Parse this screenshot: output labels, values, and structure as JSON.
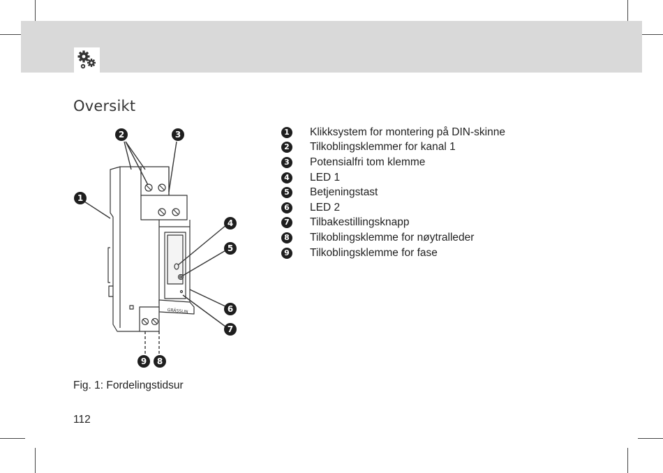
{
  "page": {
    "title": "Oversikt",
    "caption": "Fig. 1: Fordelingstidsur",
    "page_number": "112"
  },
  "header": {
    "icon": "gears-icon",
    "band_color": "#d9d9d9"
  },
  "legend": [
    {
      "num": "1",
      "text": "Klikksystem for montering på DIN-skinne"
    },
    {
      "num": "2",
      "text": "Tilkoblingsklemmer for kanal 1"
    },
    {
      "num": "3",
      "text": "Potensialfri tom klemme"
    },
    {
      "num": "4",
      "text": "LED 1"
    },
    {
      "num": "5",
      "text": "Betjeningstast"
    },
    {
      "num": "6",
      "text": "LED 2"
    },
    {
      "num": "7",
      "text": "Tilbakestillingsknapp"
    },
    {
      "num": "8",
      "text": "Tilkoblingsklemme for nøytralleder"
    },
    {
      "num": "9",
      "text": "Tilkoblingsklemme for fase"
    }
  ],
  "figure": {
    "brand_label": "GRÄSSLIN",
    "callouts": [
      "1",
      "2",
      "3",
      "4",
      "5",
      "6",
      "7",
      "8",
      "9"
    ]
  }
}
